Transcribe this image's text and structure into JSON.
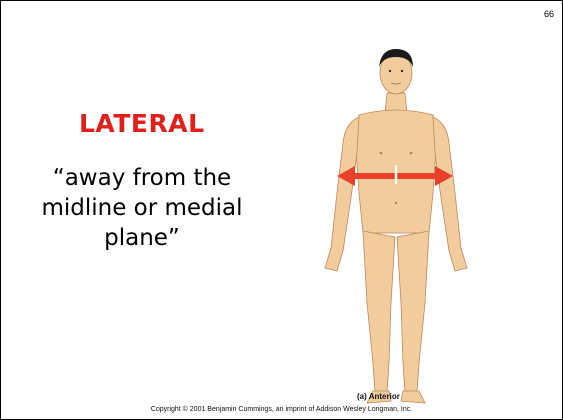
{
  "slide": {
    "page_number": "66",
    "title": "LATERAL",
    "title_color": "#e0201a",
    "definition_lines": [
      "“away from the",
      "midline or medial",
      "plane”"
    ],
    "figure_caption": "(a) Anterior",
    "copyright": "Copyright © 2001 Benjamin Cummings, an imprint of Addison Wesley Longman, Inc.",
    "arrow_color": "#e8402a",
    "skin_color": "#f3cc9e",
    "hair_color": "#1a1a1a",
    "icons": [
      "body-figure-anterior",
      "double-headed-arrow"
    ]
  }
}
